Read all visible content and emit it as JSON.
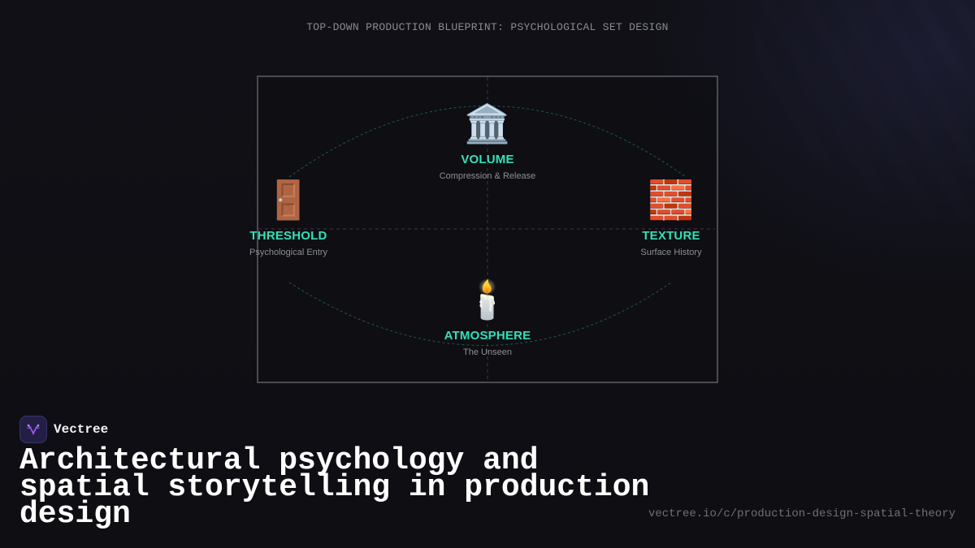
{
  "header": {
    "title": "TOP-DOWN PRODUCTION BLUEPRINT: PSYCHOLOGICAL SET DESIGN"
  },
  "diagram": {
    "nodes": {
      "volume": {
        "icon": "🏛️",
        "icon_name": "classical-building-icon",
        "label": "VOLUME",
        "sub": "Compression & Release"
      },
      "threshold": {
        "icon": "🚪",
        "icon_name": "door-icon",
        "label": "THRESHOLD",
        "sub": "Psychological Entry"
      },
      "texture": {
        "icon": "🧱",
        "icon_name": "brick-icon",
        "label": "TEXTURE",
        "sub": "Surface History"
      },
      "atmosphere": {
        "icon": "🕯️",
        "icon_name": "candle-icon",
        "label": "ATMOSPHERE",
        "sub": "The Unseen"
      }
    },
    "accent_color": "#33e0b8",
    "frame_color": "#4a4a52"
  },
  "brand": {
    "name": "Vectree",
    "logo_color": "#231f44",
    "logo_mark_color": "#a55cf0"
  },
  "headline": "Architectural psychology and spatial storytelling in production design",
  "url": "vectree.io/c/production-design-spatial-theory"
}
